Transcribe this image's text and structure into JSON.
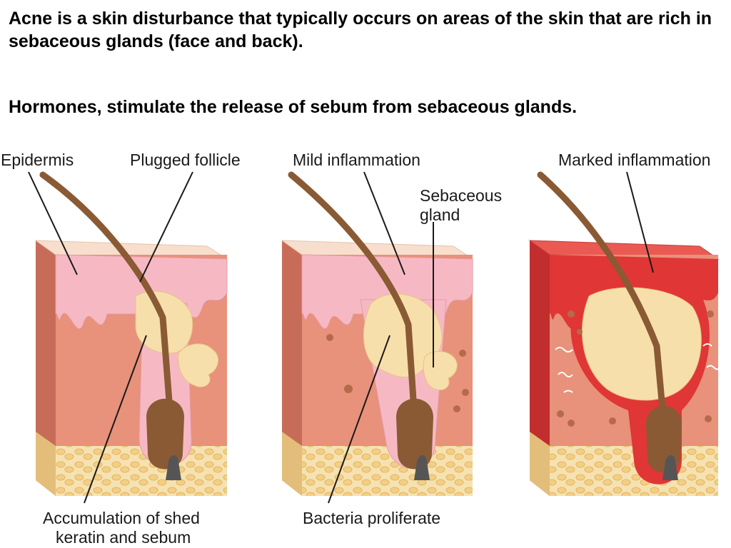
{
  "text": {
    "paragraph_1": "Acne is a skin disturbance that typically occurs on areas of the skin that are rich in sebaceous glands (face and back).",
    "paragraph_2": "Hormones, stimulate the release of sebum from sebaceous glands."
  },
  "labels": {
    "epidermis": "Epidermis",
    "plugged_follicle": "Plugged follicle",
    "mild_inflammation": "Mild inflammation",
    "sebaceous_line1": "Sebaceous",
    "sebaceous_line2": "gland",
    "marked_inflammation": "Marked inflammation",
    "accumulation_line1": "Accumulation of shed",
    "accumulation_line2": "keratin and sebum",
    "bacteria": "Bacteria proliferate"
  },
  "colors": {
    "dermis": "#e8917b",
    "dermis_side": "#c86c5a",
    "epidermis": "#f6b9c4",
    "skin_top": "#f8dfcd",
    "hair": "#8a5a35",
    "sebum": "#f7dfab",
    "fat": "#f3d89a",
    "inflamed": "#e03636"
  }
}
